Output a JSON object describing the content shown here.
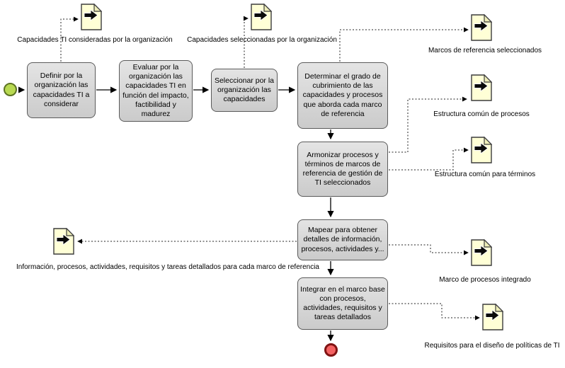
{
  "diagram": {
    "tasks": [
      {
        "label": "Definir por la organización las capacidades TI a considerar"
      },
      {
        "label": "Evaluar por la organización las capacidades TI en función del impacto, factibilidad y madurez"
      },
      {
        "label": "Seleccionar por la organización las capacidades"
      },
      {
        "label": "Determinar el grado de cubrimiento de las capacidades y procesos que aborda cada marco de referencia"
      },
      {
        "label": "Armonizar procesos y términos de marcos de referencia de gestión de TI seleccionados"
      },
      {
        "label": "Mapear para obtener detalles de información, procesos, actividades y..."
      },
      {
        "label": "Integrar en el marco base con procesos, actividades, requisitos y tareas detallados"
      }
    ],
    "documents": [
      {
        "label": "Capacidades TI consideradas por la organización"
      },
      {
        "label": "Capacidades seleccionadas por la organización"
      },
      {
        "label": "Marcos de referencia seleccionados"
      },
      {
        "label": "Estructura común de procesos"
      },
      {
        "label": "Estructura común para términos"
      },
      {
        "label": "Información, procesos, actividades, requisitos y tareas detallados para cada marco de referencia"
      },
      {
        "label": "Marco de procesos integrado"
      },
      {
        "label": "Requisitos para el diseño de políticas de TI"
      }
    ],
    "colors": {
      "task_fill": "#d9d9d9",
      "task_border": "#5a5a5a",
      "document_fill": "#ffffd6",
      "start_event_fill": "#b8d951",
      "end_event_fill": "#f46262",
      "end_event_border": "#801313",
      "connector": "#000000"
    }
  }
}
